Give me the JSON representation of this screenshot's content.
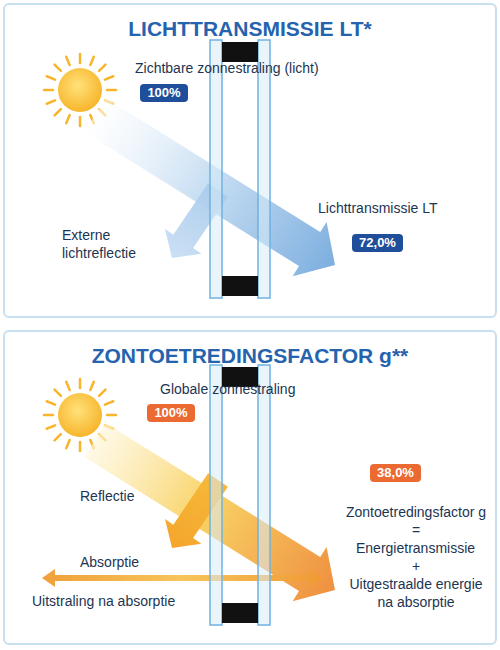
{
  "diagram": {
    "nodes": [
      {
        "text": [
          "LICHTTRANSMISSIE LT*"
        ]
      },
      {
        "text": [
          "100%"
        ],
        "in": 0
      },
      {
        "text": [
          "72,0%"
        ],
        "in": 0
      },
      {
        "text": [
          "ZONTOETREDINGSFACTOR g**"
        ]
      },
      {
        "text": [
          "100%"
        ],
        "in": 3
      },
      {
        "text": [
          "38,0%"
        ],
        "in": 3
      }
    ],
    "labels": [
      "Zichtbare zonnestraling (licht)",
      "Externe lichtreflectie",
      "Lichttransmissie LT",
      "Globale zonnestraling",
      "Reflectie",
      "Absorptie",
      "Uitstraling na absorptie",
      "Zontoetredingsfactor g",
      "=",
      "Energietransmissie",
      "+",
      "Uitgestraalde energie na absorptie"
    ]
  }
}
